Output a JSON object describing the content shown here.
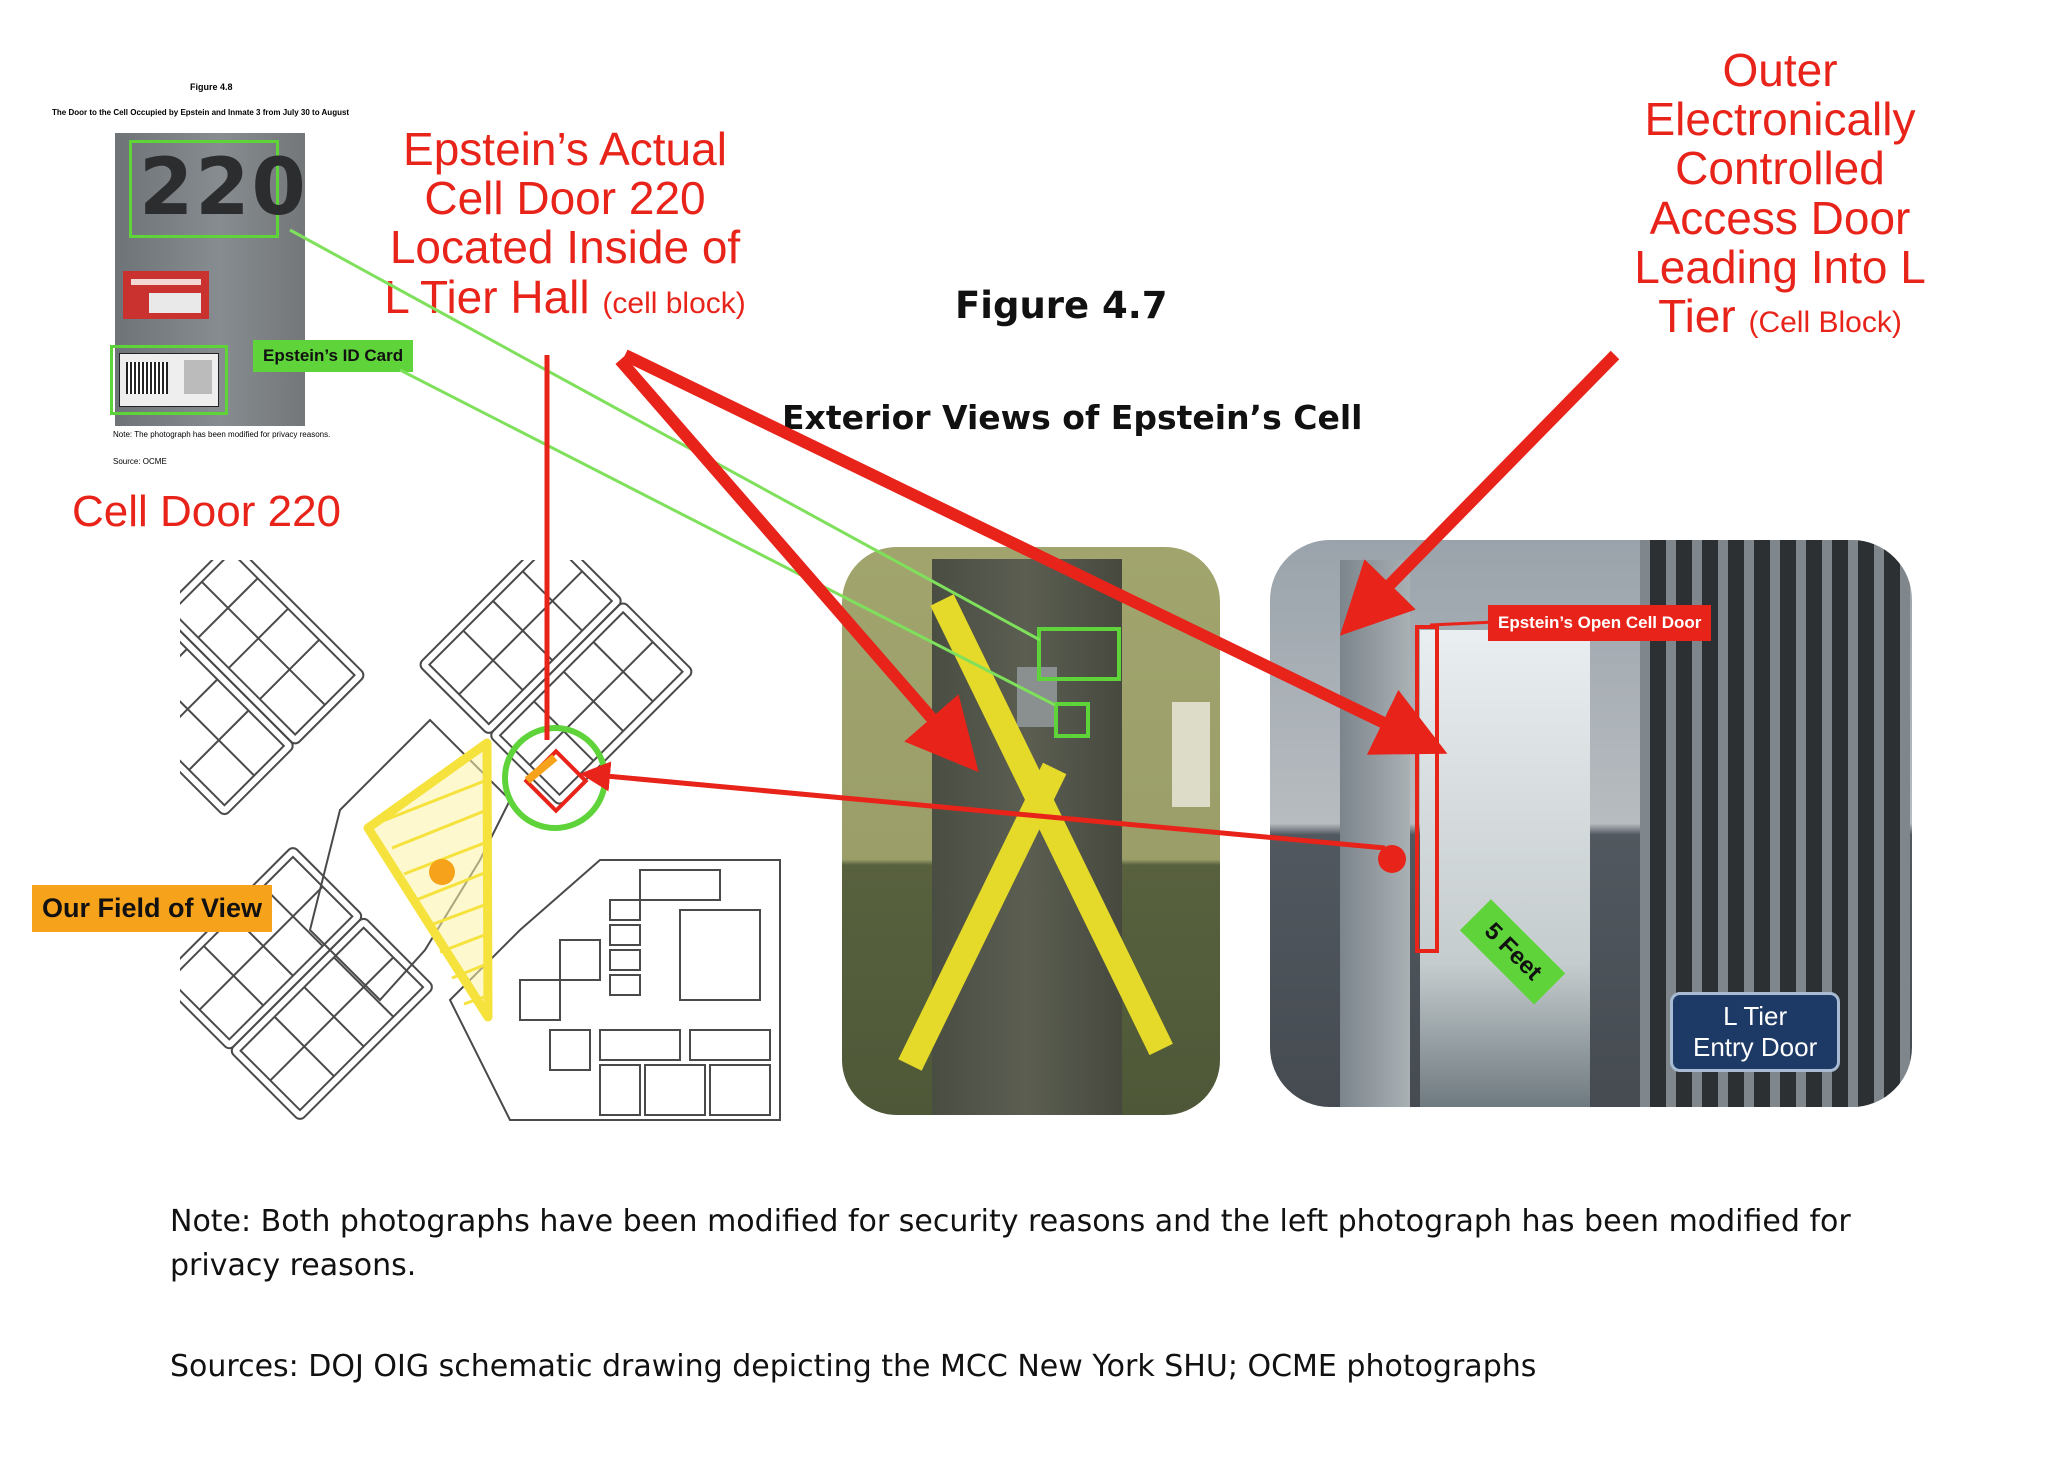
{
  "inset": {
    "figure_label": "Figure 4.8",
    "caption": "The Door to the Cell Occupied by Epstein and Inmate 3 from July 30 to August ",
    "door_number": "220",
    "id_card_label": "Epstein’s ID Card",
    "note": "Note:  The photograph has been modified for privacy reasons.",
    "source": "Source:  OCME"
  },
  "labels": {
    "cell_door_220": "Cell Door 220",
    "actual_cell_door": [
      "Epstein’s Actual",
      "Cell Door 220",
      "Located Inside of",
      "L Tier Hall"
    ],
    "actual_cell_door_small": "(cell block)",
    "outer_door": [
      "Outer",
      "Electronically",
      "Controlled",
      "Access Door",
      "Leading Into L",
      "Tier"
    ],
    "outer_door_small": "(Cell Block)",
    "field_of_view": "Our Field of View",
    "open_cell_door": "Epstein’s Open Cell Door",
    "five_feet": "5 Feet",
    "entry_door": [
      "L Tier",
      "Entry Door"
    ]
  },
  "figure": {
    "number": "Figure 4.7",
    "title": "Exterior Views of Epstein’s Cell"
  },
  "footer": {
    "note": "Note:  Both photographs have been modified for security reasons and the left photograph has been modified for privacy reasons.",
    "sources": "Sources:  DOJ OIG schematic drawing depicting the MCC New York SHU; OCME photographs"
  },
  "colors": {
    "annotation_red": "#e8231a",
    "highlight_green": "#5fd33a",
    "field_of_view_yellow": "#f6e23c",
    "label_orange": "#f7a21b",
    "entry_door_navy": "#1d3a66"
  }
}
